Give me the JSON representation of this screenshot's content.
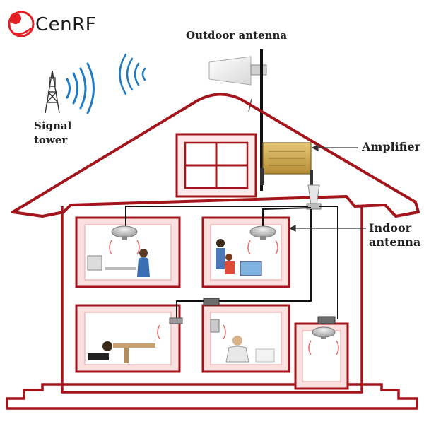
{
  "brand": {
    "name": "CenRF"
  },
  "labels": {
    "outdoor_antenna": "Outdoor antenna",
    "signal_tower": "Signal tower",
    "amplifier": "Amplifier",
    "indoor_antenna": "Indoor antenna"
  },
  "colors": {
    "house_outline": "#a3141b",
    "window_glow": "#e8a0a0",
    "cable": "#111111",
    "amplifier_body": "#c9a24a",
    "signal_waves": "#1f7ac4",
    "logo_red": "#e31e24"
  },
  "rooms": [
    {
      "id": "room-1",
      "scene": "person-at-desk"
    },
    {
      "id": "room-2",
      "scene": "two-people-at-computer"
    },
    {
      "id": "room-3",
      "scene": "person-sleeping-at-desk"
    },
    {
      "id": "room-4",
      "scene": "person-reading"
    },
    {
      "id": "room-5",
      "scene": "small-room"
    }
  ]
}
